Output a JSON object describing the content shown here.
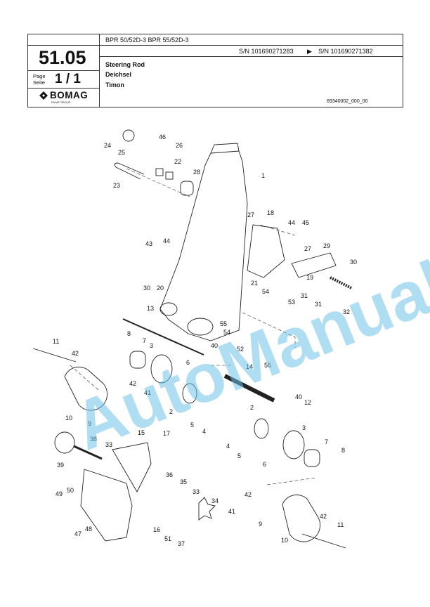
{
  "header": {
    "page_code": "51.05",
    "page_label_line1": "Page",
    "page_label_line2": "Seite",
    "page_number": "1 / 1",
    "brand": "BOMAG",
    "brand_sub": "FAYAT GROUP",
    "models": "BPR 50/52D-3 BPR 55/52D-3",
    "serial_from": "S/N 101690271283",
    "serial_arrow": "▶",
    "serial_to": "S/N 101690271382",
    "title_en": "Steering Rod",
    "title_de": "Deichsel",
    "title_es": "Timon",
    "drawing_no": "69340002_000_00"
  },
  "watermark": "AutoManual",
  "colors": {
    "watermark": "#6ec3ea",
    "line": "#222222"
  },
  "callouts": [
    "24",
    "25",
    "46",
    "26",
    "22",
    "28",
    "1",
    "23",
    "27",
    "18",
    "44",
    "45",
    "43",
    "44",
    "27",
    "29",
    "30",
    "20",
    "21",
    "54",
    "53",
    "31",
    "19",
    "30",
    "31",
    "32",
    "13",
    "55",
    "54",
    "52",
    "56",
    "11",
    "42",
    "8",
    "7",
    "3",
    "40",
    "6",
    "14",
    "42",
    "41",
    "10",
    "9",
    "2",
    "5",
    "4",
    "40",
    "12",
    "2",
    "4",
    "5",
    "3",
    "7",
    "8",
    "15",
    "17",
    "38",
    "33",
    "39",
    "6",
    "36",
    "35",
    "50",
    "49",
    "33",
    "34",
    "9",
    "42",
    "41",
    "11",
    "16",
    "48",
    "47",
    "51",
    "37",
    "10",
    "42"
  ]
}
